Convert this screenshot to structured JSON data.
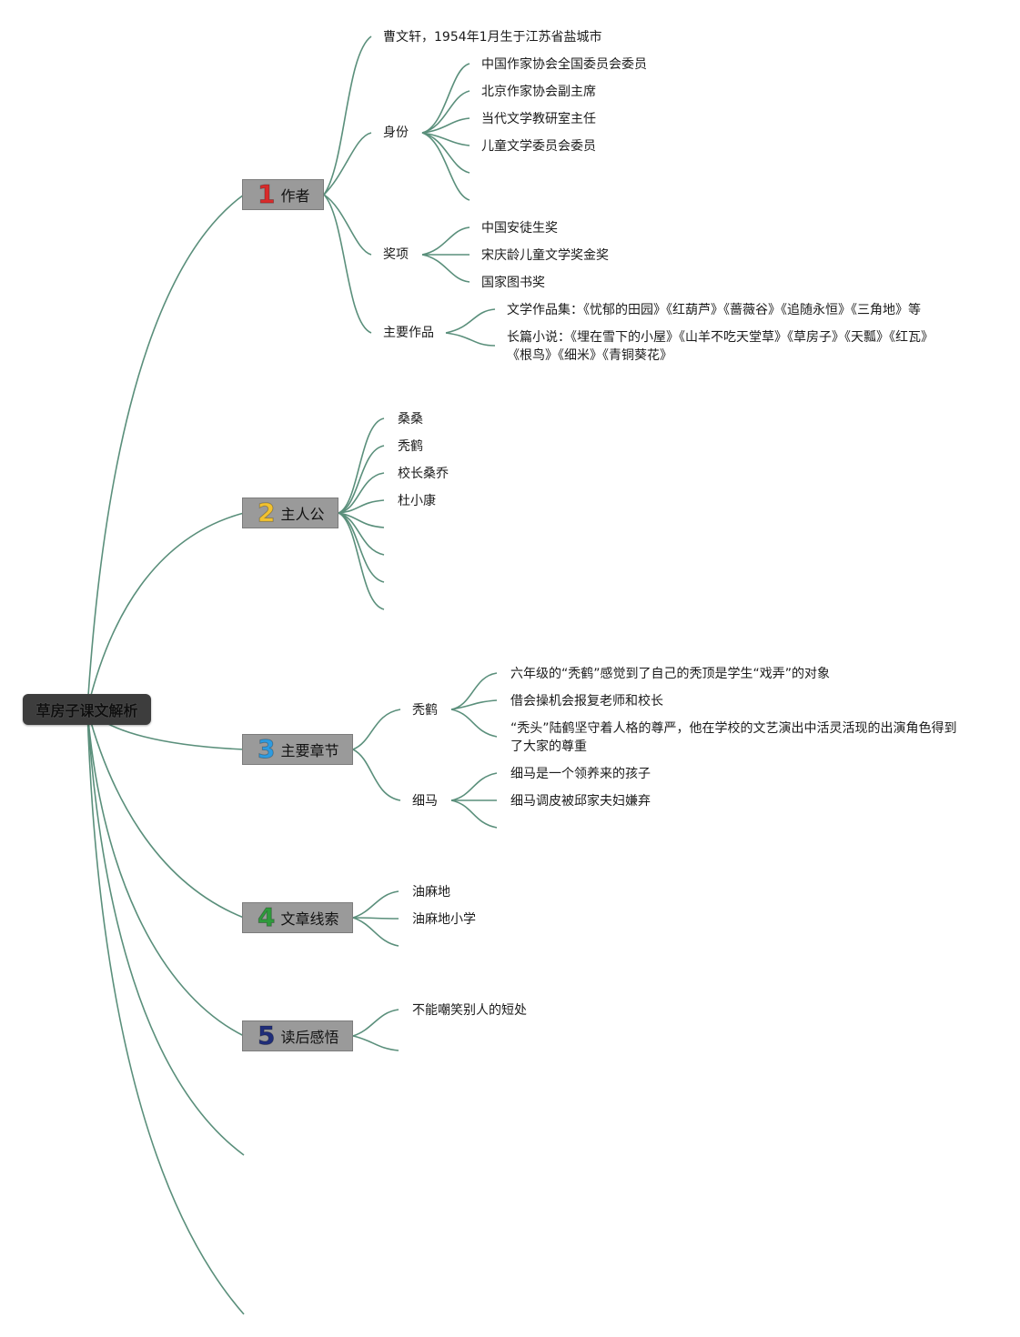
{
  "root": {
    "label": "草房子课文解析"
  },
  "colors": {
    "line": "#5a8f7b",
    "root_bg": "#3d3d3d",
    "topic_bg": "#9a9a9a",
    "num_1": "#d92b2b",
    "num_2": "#f2c230",
    "num_3": "#2e9be0",
    "num_4": "#2f9a3c",
    "num_5": "#1f2d7a"
  },
  "branches": {
    "author": {
      "number": "1",
      "label": "作者",
      "birth": "曹文轩，1954年1月生于江苏省盐城市",
      "identity": {
        "label": "身份",
        "items": [
          "中国作家协会全国委员会委员",
          "北京作家协会副主席",
          "当代文学教研室主任",
          "儿童文学委员会委员"
        ]
      },
      "awards": {
        "label": "奖项",
        "items": [
          "中国安徒生奖",
          "宋庆龄儿童文学奖金奖",
          "国家图书奖"
        ]
      },
      "works": {
        "label": "主要作品",
        "collections": "文学作品集：《忧郁的田园》《红葫芦》《蔷薇谷》《追随永恒》《三角地》等",
        "novels": "长篇小说：《埋在雪下的小屋》《山羊不吃天堂草》《草房子》《天瓢》《红瓦》《根鸟》《细米》《青铜葵花》"
      }
    },
    "protagonists": {
      "number": "2",
      "label": "主人公",
      "items": [
        "桑桑",
        "秃鹤",
        "校长桑乔",
        "杜小康"
      ]
    },
    "chapters": {
      "number": "3",
      "label": "主要章节",
      "tuhe": {
        "label": "秃鹤",
        "items": [
          "六年级的“秃鹤”感觉到了自己的秃顶是学生“戏弄”的对象",
          "借会操机会报复老师和校长",
          "“秃头”陆鹤坚守着人格的尊严，他在学校的文艺演出中活灵活现的出演角色得到了大家的尊重"
        ]
      },
      "xima": {
        "label": "细马",
        "items": [
          "细马是一个领养来的孩子",
          "细马调皮被邱家夫妇嫌弃"
        ]
      }
    },
    "clues": {
      "number": "4",
      "label": "文章线索",
      "items": [
        "油麻地",
        "油麻地小学"
      ]
    },
    "feelings": {
      "number": "5",
      "label": "读后感悟",
      "items": [
        "不能嘲笑别人的短处"
      ]
    }
  }
}
